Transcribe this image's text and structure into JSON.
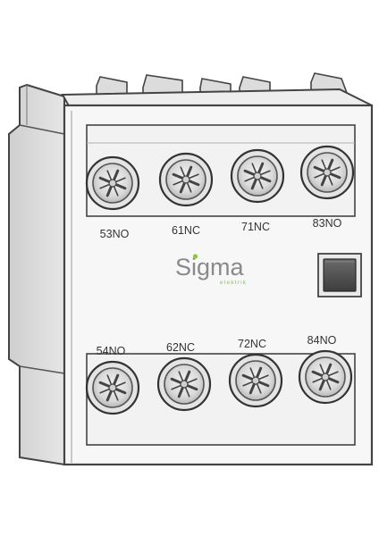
{
  "product": {
    "brand": "Sigma",
    "brand_sub": "elektrik",
    "brand_accent": "#8dc63f",
    "top_terminals": [
      "53NO",
      "61NC",
      "71NC",
      "83NO"
    ],
    "bottom_terminals": [
      "54NO",
      "62NC",
      "72NC",
      "84NO"
    ]
  }
}
